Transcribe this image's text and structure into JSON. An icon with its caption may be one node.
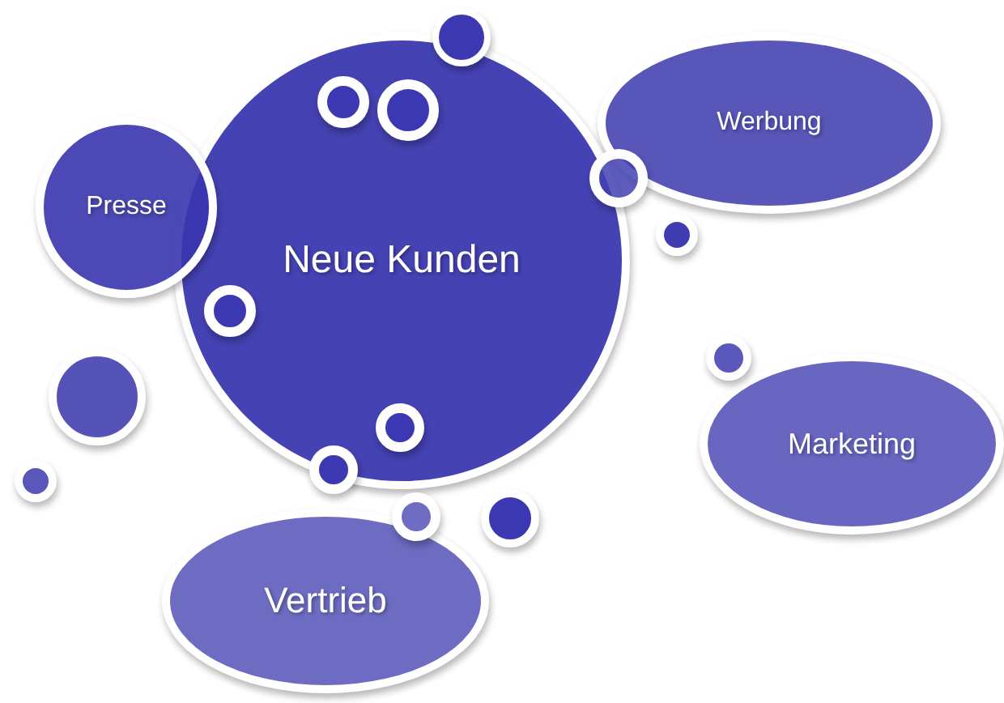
{
  "diagram": {
    "nodes": [
      {
        "text": [],
        "shape": "circle"
      },
      {
        "text": [
          "Neue Kunden"
        ]
      },
      {
        "text": [],
        "shape": "circle",
        "in": 1
      },
      {
        "text": [],
        "shape": "circle",
        "in": 1
      },
      {
        "text": [
          "Werbung"
        ]
      },
      {
        "text": [],
        "shape": "circle"
      },
      {
        "text": [
          "Presse"
        ]
      },
      {
        "text": [],
        "shape": "circle"
      },
      {
        "text": [],
        "shape": "circle",
        "in": 1
      },
      {
        "text": [],
        "shape": "circle"
      },
      {
        "text": [],
        "shape": "circle"
      },
      {
        "text": [],
        "shape": "circle",
        "in": 1
      },
      {
        "text": [
          "Marketing"
        ]
      },
      {
        "text": [],
        "shape": "circle"
      },
      {
        "text": [],
        "shape": "circle"
      },
      {
        "text": [],
        "shape": "circle"
      },
      {
        "text": [],
        "shape": "circle"
      },
      {
        "text": [
          "Vertrieb"
        ]
      }
    ]
  }
}
